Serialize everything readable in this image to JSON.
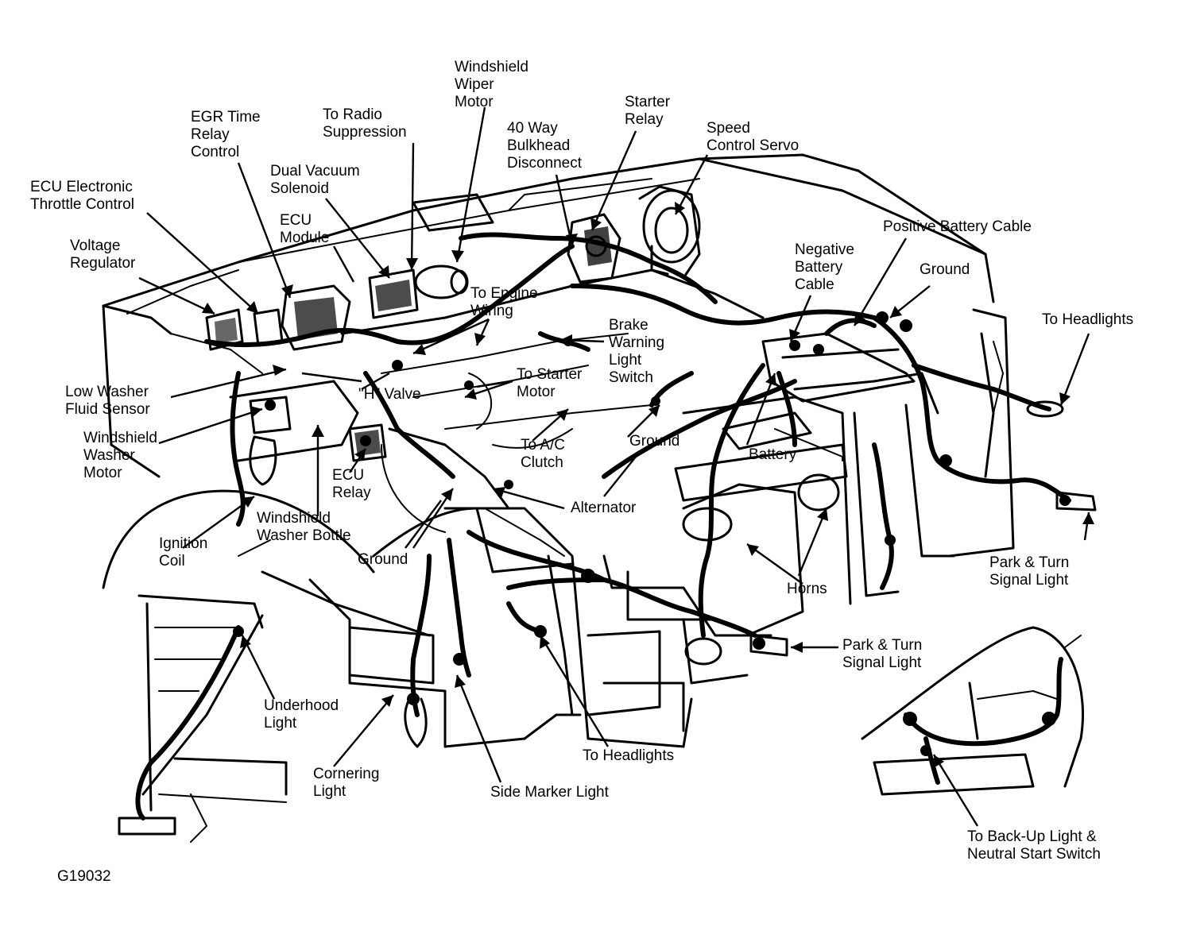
{
  "figure_id": "G19032",
  "labels": {
    "wiper_motor": "Windshield\nWiper\nMotor",
    "egr": "EGR Time\nRelay\nControl",
    "radio": "To Radio\nSuppression",
    "starter_relay": "Starter\nRelay",
    "speed_servo": "Speed\nControl Servo",
    "bulkhead": "40 Way\nBulkhead\nDisconnect",
    "dual_vacuum": "Dual Vacuum\nSolenoid",
    "ecu_throttle": "ECU Electronic\nThrottle Control",
    "ecu_module": "ECU\nModule",
    "pos_battery": "Positive Battery Cable",
    "voltage_reg": "Voltage\nRegulator",
    "neg_battery": "Negative\nBattery\nCable",
    "ground_top": "Ground",
    "engine_wiring": "To Engine\nWiring",
    "headlights_right": "To Headlights",
    "brake_switch": "Brake\nWarning\nLight\nSwitch",
    "starter_motor": "To Starter\nMotor",
    "low_washer": "Low Washer\nFluid Sensor",
    "h_valve": "\"H\" Valve",
    "washer_motor": "Windshield\nWasher\nMotor",
    "ground_mid": "Ground",
    "battery": "Battery",
    "ac_clutch": "To A/C\nClutch",
    "ecu_relay": "ECU\nRelay",
    "alternator": "Alternator",
    "washer_bottle": "Windshield\nWasher Bottle",
    "ignition_coil": "Ignition\nCoil",
    "park_turn_right": "Park & Turn\nSignal Light",
    "ground_low": "Ground",
    "horns": "Horns",
    "park_turn_center": "Park & Turn\nSignal Light",
    "underhood": "Underhood\nLight",
    "headlights_bottom": "To Headlights",
    "cornering": "Cornering\nLight",
    "side_marker": "Side Marker Light",
    "backup": "To Back-Up Light &\nNeutral Start Switch"
  }
}
